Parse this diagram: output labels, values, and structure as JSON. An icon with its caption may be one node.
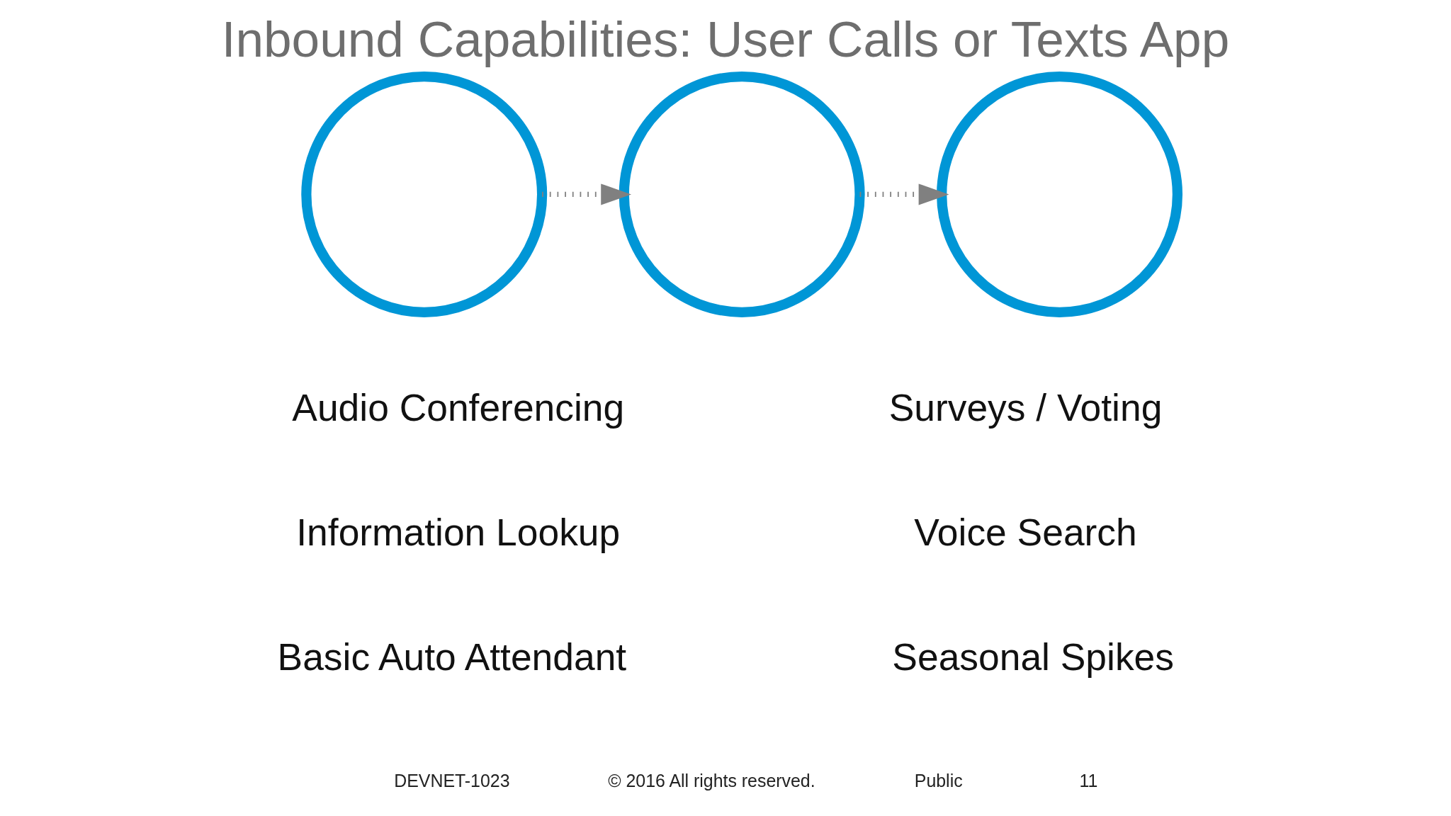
{
  "diagram": {
    "title": "Inbound Capabilities: User Calls or Texts App",
    "nodes": [
      {
        "text": [],
        "shape": "circle"
      },
      {
        "text": [],
        "shape": "circle"
      },
      {
        "text": [],
        "shape": "circle"
      }
    ],
    "edges": [
      {
        "from": 0,
        "to": 1,
        "arrow": "to",
        "style": "dashed"
      },
      {
        "from": 1,
        "to": 2,
        "arrow": "to",
        "style": "dashed"
      }
    ],
    "labels": [
      "Audio Conferencing",
      "Information Lookup",
      "Basic Auto Attendant",
      "Surveys / Voting",
      "Voice Search",
      "Seasonal Spikes",
      "DEVNET-1023",
      "© 2016 All rights reserved.",
      "Public",
      "11"
    ]
  }
}
